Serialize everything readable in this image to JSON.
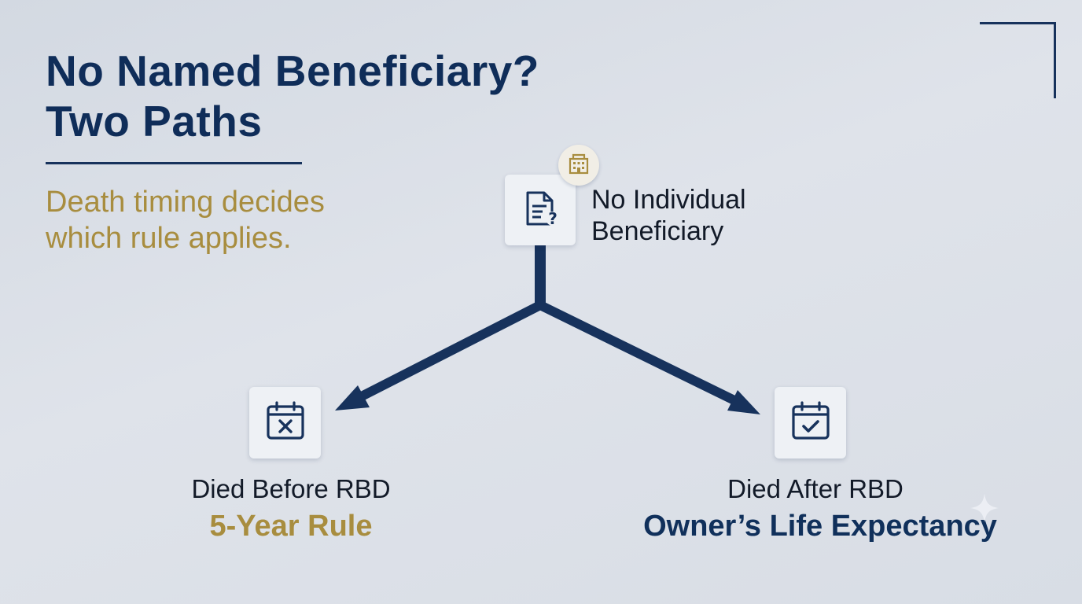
{
  "title": {
    "line1": "No Named Beneficiary?",
    "line2": "Two Paths"
  },
  "subtitle": {
    "line1": "Death timing decides",
    "line2": "which rule applies."
  },
  "root": {
    "label_line1": "No Individual",
    "label_line2": "Beneficiary",
    "icon": "document-question-icon",
    "badge_icon": "building-icon"
  },
  "branches": [
    {
      "condition": "Died Before RBD",
      "outcome": "5-Year Rule",
      "icon": "calendar-x-icon",
      "outcome_color": "#a88d3f"
    },
    {
      "condition": "Died After RBD",
      "outcome": "Owner’s Life Expectancy",
      "icon": "calendar-check-icon",
      "outcome_color": "#10305b"
    }
  ],
  "colors": {
    "navy": "#17325c",
    "gold": "#a88d3f",
    "background": "#dbe0e7"
  }
}
